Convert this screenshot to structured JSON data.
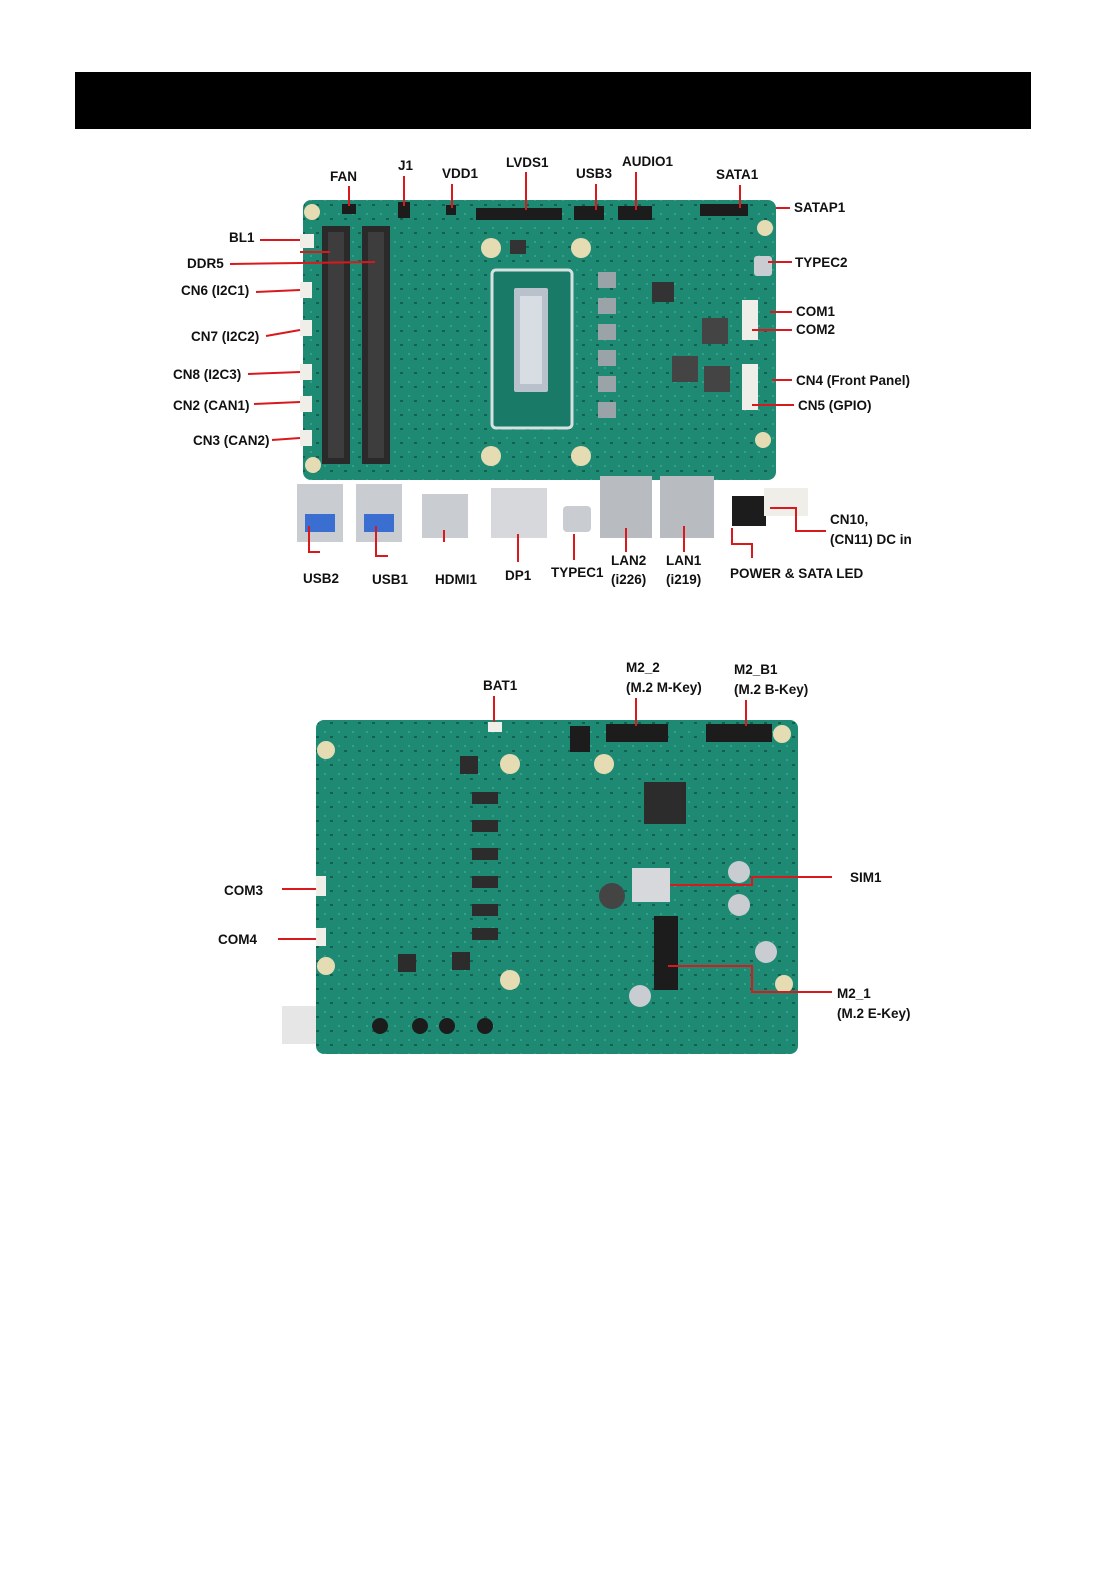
{
  "header": {
    "title": ""
  },
  "top_board": {
    "labels": {
      "fan": "FAN",
      "j1": "J1",
      "vdd1": "VDD1",
      "lvds1": "LVDS1",
      "usb3": "USB3",
      "audio1": "AUDIO1",
      "sata1": "SATA1",
      "satap1": "SATAP1",
      "bl1": "BL1",
      "ddr5": "DDR5",
      "cn6": "CN6 (I2C1)",
      "cn7": "CN7 (I2C2)",
      "cn8": "CN8 (I2C3)",
      "cn2": "CN2 (CAN1)",
      "cn3": "CN3 (CAN2)",
      "typec2": "TYPEC2",
      "com1": "COM1",
      "com2": "COM2",
      "cn4": "CN4 (Front Panel)",
      "cn5": "CN5 (GPIO)",
      "cn10_line1": "CN10,",
      "cn10_line2": "(CN11) DC in",
      "usb2": "USB2",
      "usb1": "USB1",
      "hdmi1": "HDMI1",
      "dp1": "DP1",
      "typec1": "TYPEC1",
      "lan2_line1": "LAN2",
      "lan2_line2": "(i226)",
      "lan1_line1": "LAN1",
      "lan1_line2": "(i219)",
      "power_led": "POWER & SATA LED"
    }
  },
  "bottom_board": {
    "labels": {
      "bat1": "BAT1",
      "m2_2_line1": "M2_2",
      "m2_2_line2": "(M.2 M-Key)",
      "m2_b1_line1": "M2_B1",
      "m2_b1_line2": "(M.2 B-Key)",
      "com3": "COM3",
      "com4": "COM4",
      "sim1": "SIM1",
      "m2_1_line1": "M2_1",
      "m2_1_line2": "(M.2 E-Key)"
    }
  },
  "colors": {
    "pcb": "#1f8a73",
    "pcb_dark": "#166b58",
    "pointer": "#d8191e",
    "connector": "#1c1c1c",
    "metal": "#c9ccd0",
    "mount_hole": "#e6dcb4"
  }
}
